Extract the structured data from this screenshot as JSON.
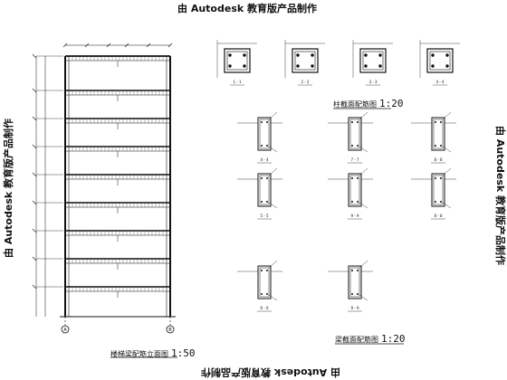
{
  "watermarks": {
    "top": "由 Autodesk 教育版产品制作",
    "bottom": "由 Autodesk 教育版产品制作",
    "left": "由 Autodesk 教育版产品制作",
    "right": "由 Autodesk 教育版产品制作"
  },
  "captions": {
    "elevation": {
      "title": "楼梯梁配筋立面图",
      "scale": "1:50"
    },
    "sections_top": {
      "title": "柱截面配筋图",
      "scale": "1:20"
    },
    "sections_bottom": {
      "title": "梁截面配筋图",
      "scale": "1:20"
    }
  },
  "column_sections": [
    "1 - 1",
    "2 - 2",
    "3 - 3",
    "4 - 4"
  ],
  "beam_sections": [
    "4 - 4",
    "7 - 7",
    "8 - 8",
    "5 - 5",
    "9 - 9",
    "8 - 8",
    "6 - 6",
    "9 - 9"
  ],
  "axis_markers": [
    "A",
    "B"
  ],
  "colors": {
    "line": "#111111",
    "background": "#ffffff"
  }
}
